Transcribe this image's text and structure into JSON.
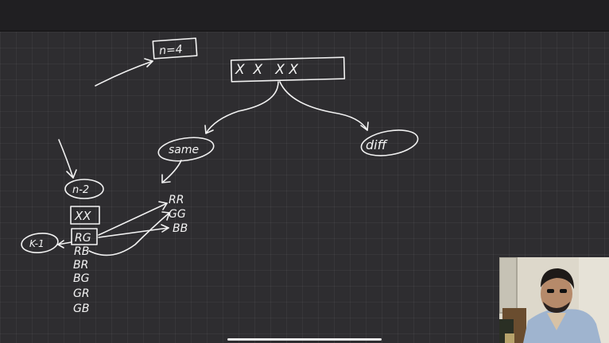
{
  "whiteboard": {
    "n_equals": "n=4",
    "top_box": "X  X   X X",
    "same_label": "same",
    "diff_label": "diff",
    "n_minus_2": "n-2",
    "xx_box": "XX",
    "k_minus_1": "K-1",
    "rows_left": [
      "RG",
      "RB",
      "BR",
      "BG",
      "GR",
      "GB"
    ],
    "rows_right": [
      "RR",
      "GG",
      "BB"
    ]
  },
  "colors": {
    "background": "#2e2d30",
    "ink": "#f2f2f2",
    "topbar": "#201f22"
  }
}
